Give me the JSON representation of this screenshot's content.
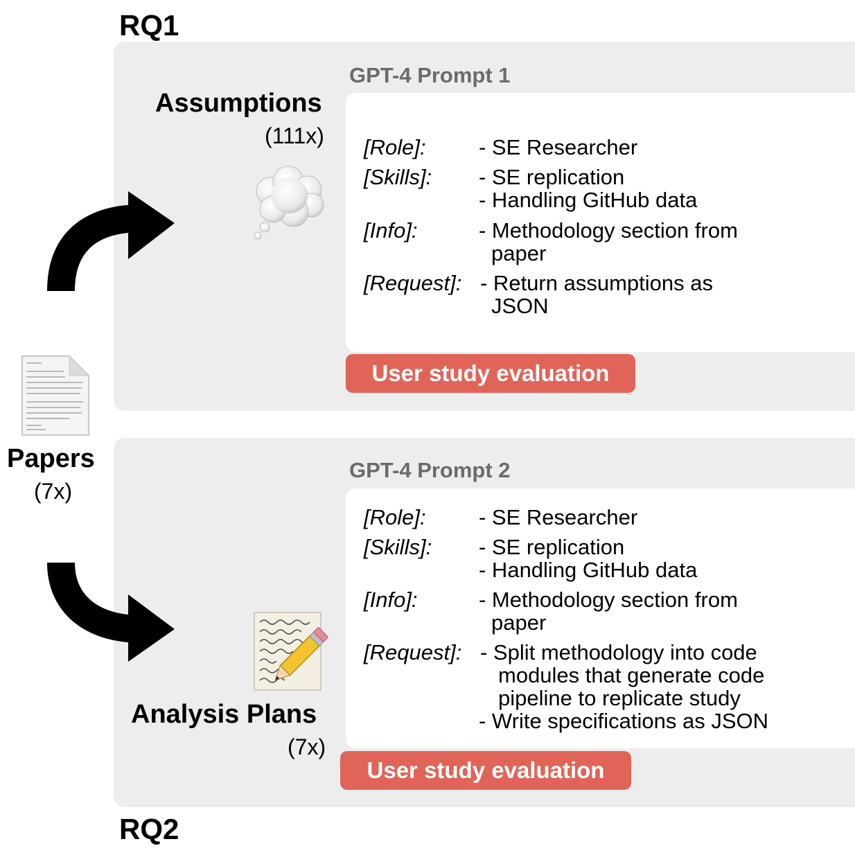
{
  "labels": {
    "rq1": "RQ1",
    "rq2": "RQ2"
  },
  "papers": {
    "title": "Papers",
    "count": "(7x)",
    "icon": "document-icon"
  },
  "assumptions": {
    "title": "Assumptions",
    "count": "(111x)",
    "icon": "thought-bubble-icon"
  },
  "analysis": {
    "title": "Analysis Plans",
    "count": "(7x)",
    "icon": "memo-pencil-icon"
  },
  "prompt1": {
    "title": "GPT-4 Prompt 1",
    "role_key": "[Role]:",
    "role_val": "- SE Researcher",
    "skills_key": "[Skills]:",
    "skills_val1": "- SE replication",
    "skills_val2": "- Handling GitHub data",
    "info_key": "[Info]:",
    "info_val1": "- Methodology section from",
    "info_val2": "paper",
    "request_key": "[Request]:",
    "request_val1": "- Return assumptions as",
    "request_val2": "JSON",
    "badge": "User study evaluation"
  },
  "prompt2": {
    "title": "GPT-4 Prompt 2",
    "role_key": "[Role]:",
    "role_val": "- SE Researcher",
    "skills_key": "[Skills]:",
    "skills_val1": "- SE replication",
    "skills_val2": "- Handling GitHub data",
    "info_key": "[Info]:",
    "info_val1": "- Methodology section from",
    "info_val2": "paper",
    "request_key": "[Request]:",
    "request_val1": "- Split methodology into code",
    "request_val2": "modules that generate code",
    "request_val3": "pipeline to replicate study",
    "request_val4": "- Write specifications as JSON",
    "badge": "User study evaluation"
  },
  "colors": {
    "panel": "#ededed",
    "badge": "#e06458",
    "prompt_title": "#6b6b6b"
  }
}
